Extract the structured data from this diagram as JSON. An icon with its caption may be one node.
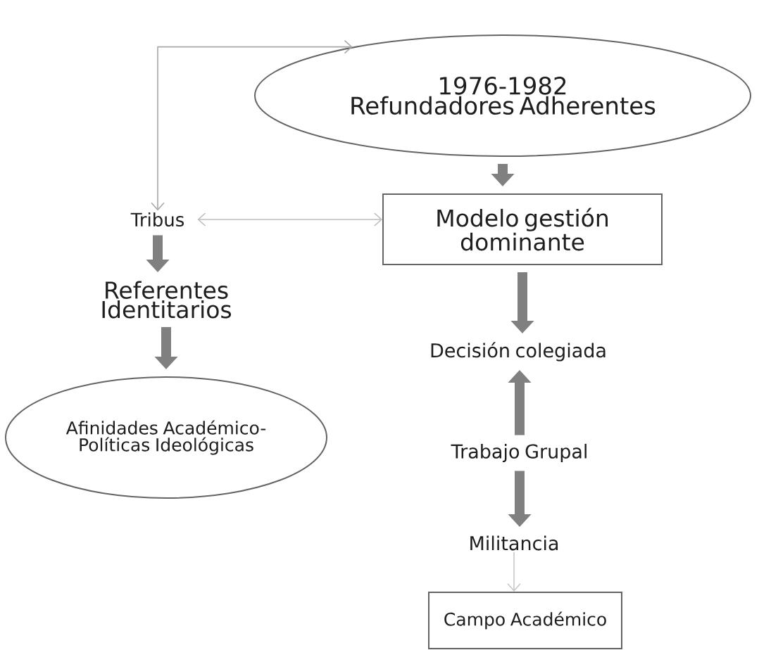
{
  "diagram": {
    "nodes": [
      {
        "text": [
          "1976-1982",
          "Refundadores Adherentes"
        ]
      },
      {
        "text": [
          "Tribus"
        ]
      },
      {
        "text": [
          "Modelo gestión dominante"
        ]
      },
      {
        "text": [
          "Referentes Identitarios"
        ]
      },
      {
        "text": [
          "Decisión colegiada"
        ]
      },
      {
        "text": [
          "Afinidades Académico-Políticas Ideológicas"
        ]
      },
      {
        "text": [
          "Trabajo Grupal"
        ]
      },
      {
        "text": [
          "Militancia"
        ]
      },
      {
        "text": [
          "Campo Académico"
        ]
      }
    ],
    "edges": [
      {
        "from": 1,
        "to": 0,
        "arrow": "both",
        "color": "#a8a8a8"
      },
      {
        "from": 1,
        "to": 2,
        "arrow": "both",
        "color": "#bdbdbd"
      },
      {
        "from": 0,
        "to": 2,
        "arrow": "to"
      },
      {
        "from": 1,
        "to": 3,
        "arrow": "to"
      },
      {
        "from": 3,
        "to": 5,
        "arrow": "to"
      },
      {
        "from": 2,
        "to": 4,
        "arrow": "to"
      },
      {
        "from": 6,
        "to": 4,
        "arrow": "to"
      },
      {
        "from": 6,
        "to": 7,
        "arrow": "to"
      },
      {
        "from": 7,
        "to": 8,
        "arrow": "to",
        "color": "#c8c8c8"
      }
    ]
  }
}
